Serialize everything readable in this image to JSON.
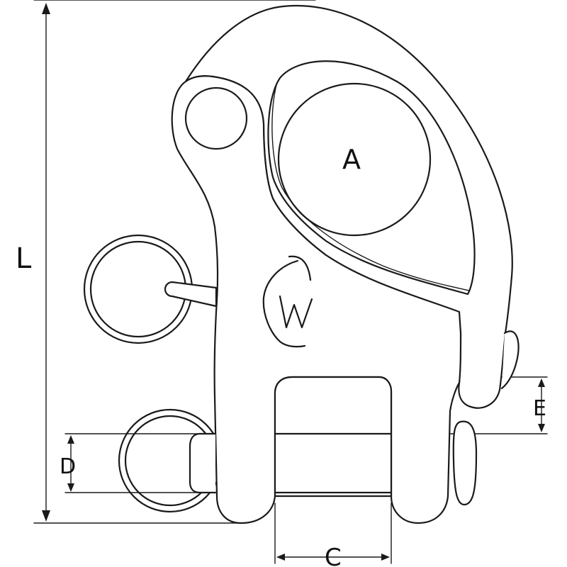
{
  "diagram": {
    "labels": {
      "L": "L",
      "A": "A",
      "D": "D",
      "E": "E",
      "C": "C"
    },
    "logo_icon": "w-logo-icon",
    "colors": {
      "line": "#1a1a1a",
      "background": "#ffffff"
    }
  }
}
